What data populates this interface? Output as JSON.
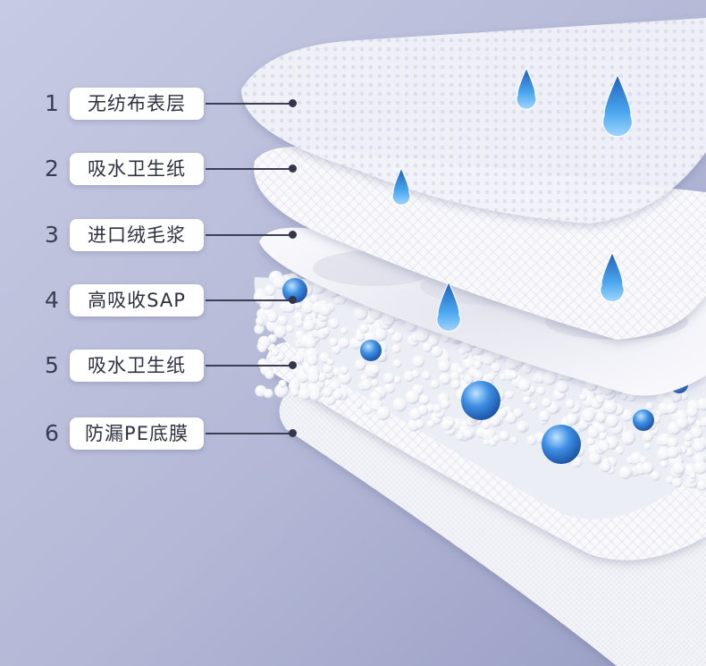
{
  "layers": [
    {
      "number": "1",
      "label": "无纺布表层"
    },
    {
      "number": "2",
      "label": "吸水卫生纸"
    },
    {
      "number": "3",
      "label": "进口绒毛浆"
    },
    {
      "number": "4",
      "label": "高吸收SAP"
    },
    {
      "number": "5",
      "label": "吸水卫生纸"
    },
    {
      "number": "6",
      "label": "防漏PE底膜"
    }
  ],
  "colors": {
    "background": "#b9bdd9",
    "sheet": "#f7f7fb",
    "sap_bead": "#ffffff",
    "water_drop": "#3f8fe0",
    "text": "#2f3040"
  },
  "icons": [
    "water-drop-icon",
    "sap-bead-icon"
  ]
}
